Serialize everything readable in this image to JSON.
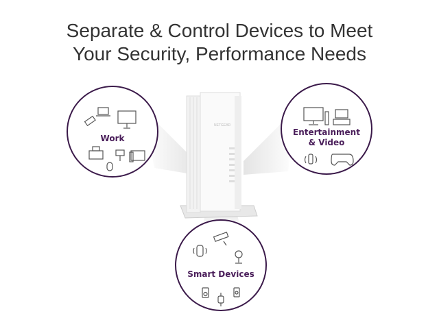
{
  "headline": {
    "line1": "Separate & Control Devices to Meet",
    "line2": "Your Security, Performance Needs"
  },
  "groups": [
    {
      "label": "Work",
      "icons": [
        "usb-wifi-icon",
        "laptop-icon",
        "monitor-icon",
        "printer-icon",
        "mouse-icon",
        "webcam-icon",
        "desk-phone-icon"
      ]
    },
    {
      "label_line1": "Entertainment",
      "label_line2": "& Video",
      "icons": [
        "desktop-icon",
        "tv-stand-icon",
        "smart-speaker-icon",
        "game-controller-icon"
      ]
    },
    {
      "label": "Smart Devices",
      "icons": [
        "baby-monitor-icon",
        "security-camera-icon",
        "smart-bulb-icon",
        "speaker-icon",
        "smartwatch-icon",
        "doorbell-icon"
      ]
    }
  ],
  "colors": {
    "circle": "#3b1a4a",
    "label": "#4a1e5a",
    "title": "#333333"
  }
}
